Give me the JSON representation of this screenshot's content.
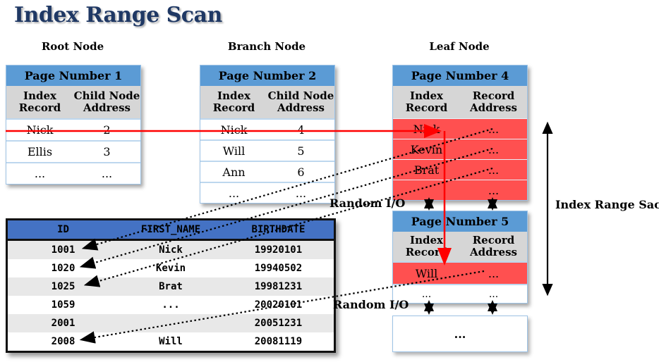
{
  "title": "Index Range Scan",
  "node_labels": {
    "root": "Root Node",
    "branch": "Branch Node",
    "leaf": "Leaf Node"
  },
  "index_tables": [
    {
      "key": "page1",
      "title": "Page Number 1",
      "columns": [
        "Index Record",
        "Child Node Address"
      ],
      "rows": [
        {
          "index": "Nick",
          "address": "2",
          "highlight": false
        },
        {
          "index": "Ellis",
          "address": "3",
          "highlight": false
        },
        {
          "index": "...",
          "address": "...",
          "highlight": false
        }
      ]
    },
    {
      "key": "page2",
      "title": "Page Number 2",
      "columns": [
        "Index Record",
        "Child Node Address"
      ],
      "rows": [
        {
          "index": "Nick",
          "address": "4",
          "highlight": false
        },
        {
          "index": "Will",
          "address": "5",
          "highlight": false
        },
        {
          "index": "Ann",
          "address": "6",
          "highlight": false
        },
        {
          "index": "...",
          "address": "...",
          "highlight": false
        }
      ]
    },
    {
      "key": "page4",
      "title": "Page Number 4",
      "columns": [
        "Index Record",
        "Record Address"
      ],
      "rows": [
        {
          "index": "Nick",
          "address": "...",
          "highlight": true
        },
        {
          "index": "Kevin",
          "address": "...",
          "highlight": true
        },
        {
          "index": "Brat",
          "address": "...",
          "highlight": true
        },
        {
          "index": "",
          "address": "...",
          "highlight": true
        }
      ]
    },
    {
      "key": "page5",
      "title": "Page Number 5",
      "columns": [
        "Index Record",
        "Record Address"
      ],
      "rows": [
        {
          "index": "Will",
          "address": "...",
          "highlight": true
        },
        {
          "index": "...",
          "address": "...",
          "highlight": false
        }
      ]
    }
  ],
  "ellipsis_box": "...",
  "annotations": {
    "random_io_top": "Random I/O",
    "random_io_bottom": "Random I/O",
    "range_arrow_label": "Index Range Sacan"
  },
  "data_table": {
    "headers": [
      "ID",
      "FIRST_NAME",
      "BIRTHDATE"
    ],
    "rows": [
      [
        "1001",
        "Nick",
        "19920101"
      ],
      [
        "1020",
        "Kevin",
        "19940502"
      ],
      [
        "1025",
        "Brat",
        "19981231"
      ],
      [
        "1059",
        "...",
        "20020101"
      ],
      [
        "2001",
        "",
        "20051231"
      ],
      [
        "2008",
        "Will",
        "20081119"
      ]
    ]
  },
  "colors": {
    "title_text": "#1f3864",
    "page_header_blue": "#5b9bd5",
    "column_header_gray": "#d6d6d6",
    "highlight_red": "#ff5050",
    "row_divider_blue": "#bdd7ee",
    "data_header_blue": "#4472c4",
    "data_row_gray": "#e8e8e8",
    "scan_arrow_red": "#ff0000",
    "io_arrow_black": "#000000"
  }
}
